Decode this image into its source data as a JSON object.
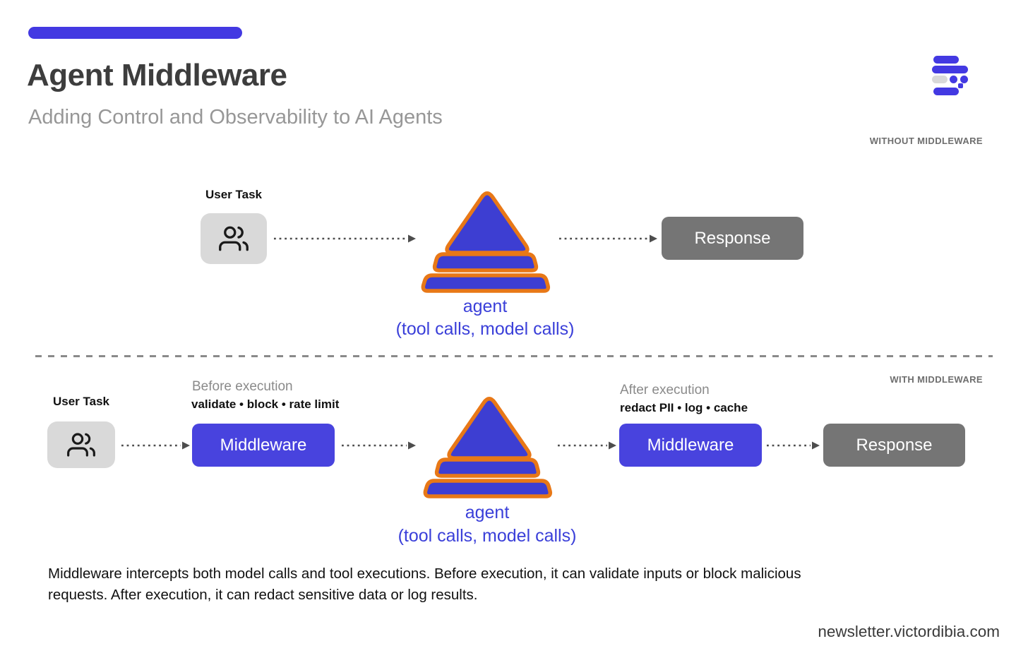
{
  "header": {
    "title": "Agent Middleware",
    "subtitle": "Adding Control and Observability to AI Agents"
  },
  "flow_without": {
    "section_label": "WITHOUT MIDDLEWARE",
    "user_task": "User Task",
    "agent": "agent",
    "agent_detail": "(tool calls, model calls)",
    "response": "Response"
  },
  "flow_with": {
    "section_label": "WITH MIDDLEWARE",
    "user_task": "User Task",
    "before_title": "Before execution",
    "before_detail": "validate • block • rate limit",
    "middleware_before": "Middleware",
    "agent": "agent",
    "agent_detail": "(tool calls, model calls)",
    "after_title": "After execution",
    "after_detail": "redact PII • log • cache",
    "middleware_after": "Middleware",
    "response": "Response"
  },
  "caption": "Middleware intercepts both model calls and tool executions. Before execution, it can validate inputs or block malicious requests. After execution, it can redact sensitive data or log results.",
  "footer": {
    "site": "newsletter.victordibia.com"
  },
  "icons": {
    "user_card": "users-icon",
    "agent": "pyramid-icon",
    "logo": "stacked-bars-logo",
    "arrow": "dotted-arrow-icon"
  },
  "colors": {
    "accent_blue": "#4339e2",
    "button_blue": "#4843de",
    "pyramid_blue": "#3d3ed2",
    "pyramid_orange": "#e87817",
    "gray_button": "#757575",
    "card_gray": "#d9d9d9"
  }
}
